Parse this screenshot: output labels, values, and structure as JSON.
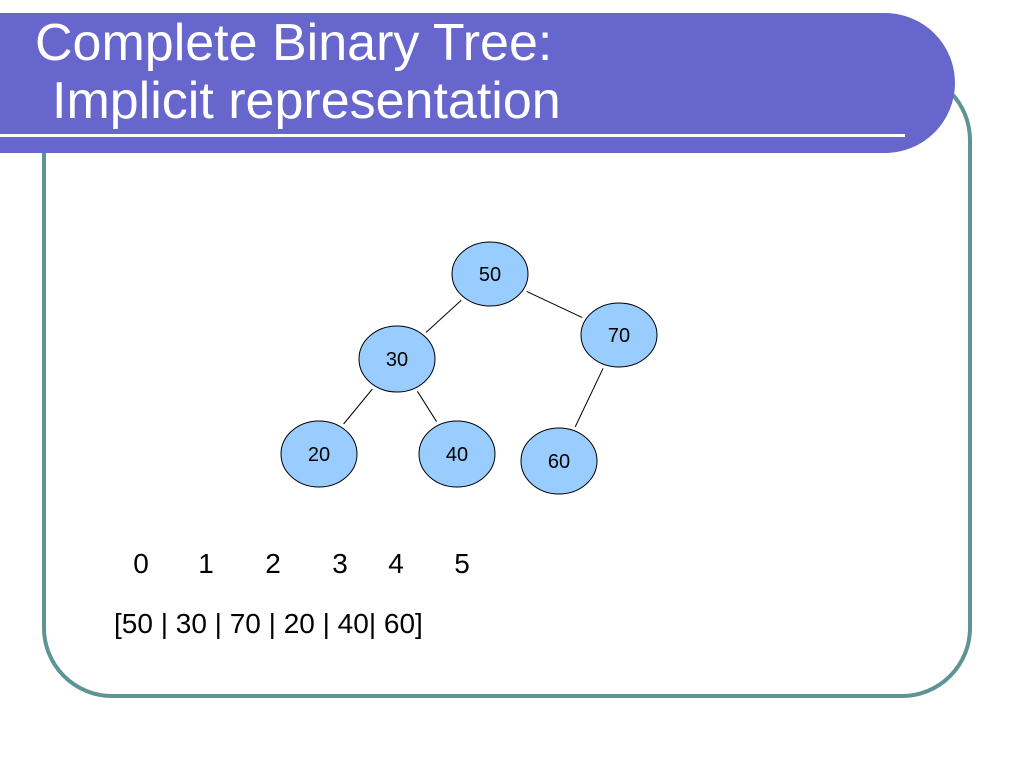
{
  "title": {
    "line1": "Complete Binary Tree:",
    "line2": "Implicit representation"
  },
  "tree": {
    "nodes": [
      {
        "id": "n50",
        "label": "50"
      },
      {
        "id": "n30",
        "label": "30"
      },
      {
        "id": "n70",
        "label": "70"
      },
      {
        "id": "n20",
        "label": "20"
      },
      {
        "id": "n40",
        "label": "40"
      },
      {
        "id": "n60",
        "label": "60"
      }
    ],
    "edges": [
      [
        "n50",
        "n30"
      ],
      [
        "n50",
        "n70"
      ],
      [
        "n30",
        "n20"
      ],
      [
        "n30",
        "n40"
      ],
      [
        "n70",
        "n60"
      ]
    ]
  },
  "indices": [
    "0",
    "1",
    "2",
    "3",
    "4",
    "5"
  ],
  "array_text": "[50 | 30 | 70 | 20 | 40| 60]",
  "colors": {
    "title_band": "#6666cc",
    "frame_border": "#5f9494",
    "node_fill": "#99ccff"
  }
}
